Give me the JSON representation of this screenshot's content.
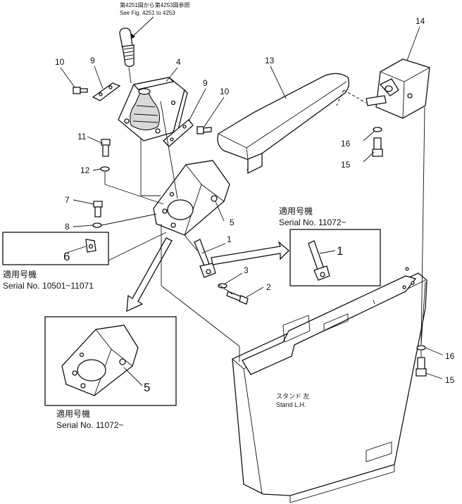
{
  "reference": {
    "jp": "第4251図から第4253図参照",
    "en": "See Fig. 4251 to 4253"
  },
  "part_numbers": {
    "p1": "1",
    "p2": "2",
    "p3": "3",
    "p4": "4",
    "p5": "5",
    "p6": "6",
    "p7": "7",
    "p8": "8",
    "p9": "9",
    "p10": "10",
    "p11": "11",
    "p12": "12",
    "p13": "13",
    "p14": "14",
    "p15": "15",
    "p16": "16"
  },
  "callouts": {
    "applicable_jp": "適用号機",
    "serial_old": "Serial No. 10501~11071",
    "serial_new": "Serial No. 11072~"
  },
  "stand": {
    "jp": "スタンド 左",
    "en": "Stand L.H."
  }
}
